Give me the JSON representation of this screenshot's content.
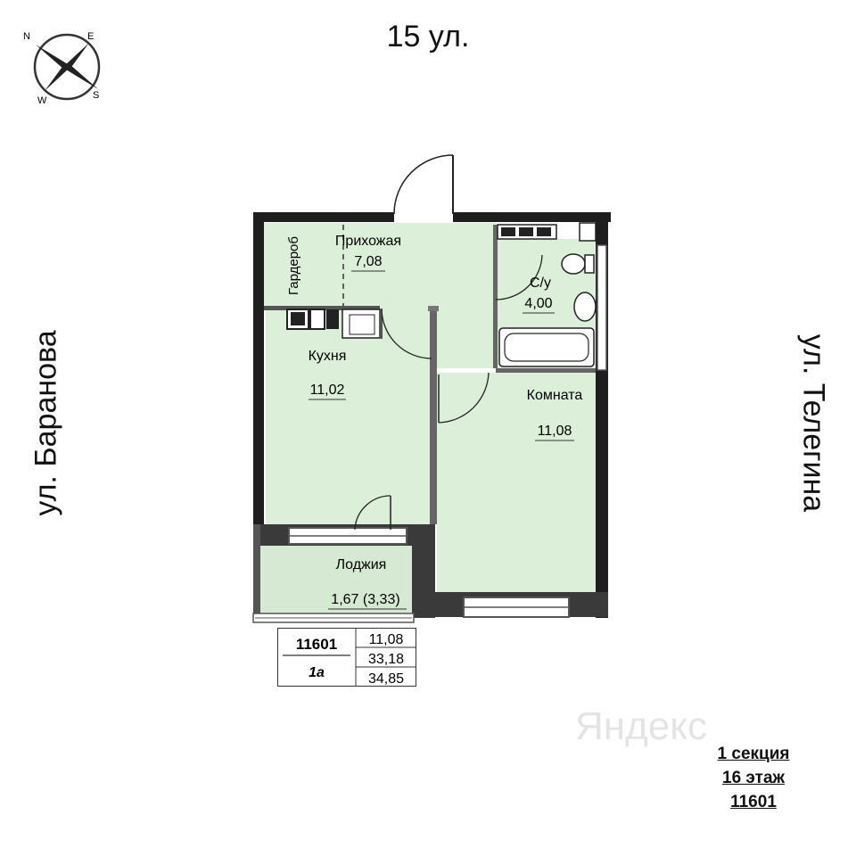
{
  "streets": {
    "top": "15 ул.",
    "left": "ул. Баранова",
    "right": "ул. Телегина"
  },
  "compass": {
    "n": "N",
    "e": "E",
    "s": "S",
    "w": "W"
  },
  "rooms": {
    "hall_name": "Прихожая",
    "hall_area": "7,08",
    "wardrobe_name": "Гардероб",
    "bathroom_name": "С/у",
    "bathroom_area": "4,00",
    "kitchen_name": "Кухня",
    "kitchen_area": "11,02",
    "room_name": "Комната",
    "room_area": "11,08",
    "loggia_name": "Лоджия",
    "loggia_area": "1,67 (3,33)"
  },
  "apartment": {
    "number": "11601",
    "type": "1а",
    "living_area": "11,08",
    "total_area": "33,18",
    "total_with_loggia": "34,85"
  },
  "section_info": {
    "section": "1 секция",
    "floor": "16 этаж",
    "number": "11601"
  },
  "watermark": "Яндекс",
  "colors": {
    "room_fill": "#dcefd9",
    "wall": "#1e1e1e",
    "loggia_fill": "#d6ead3"
  }
}
